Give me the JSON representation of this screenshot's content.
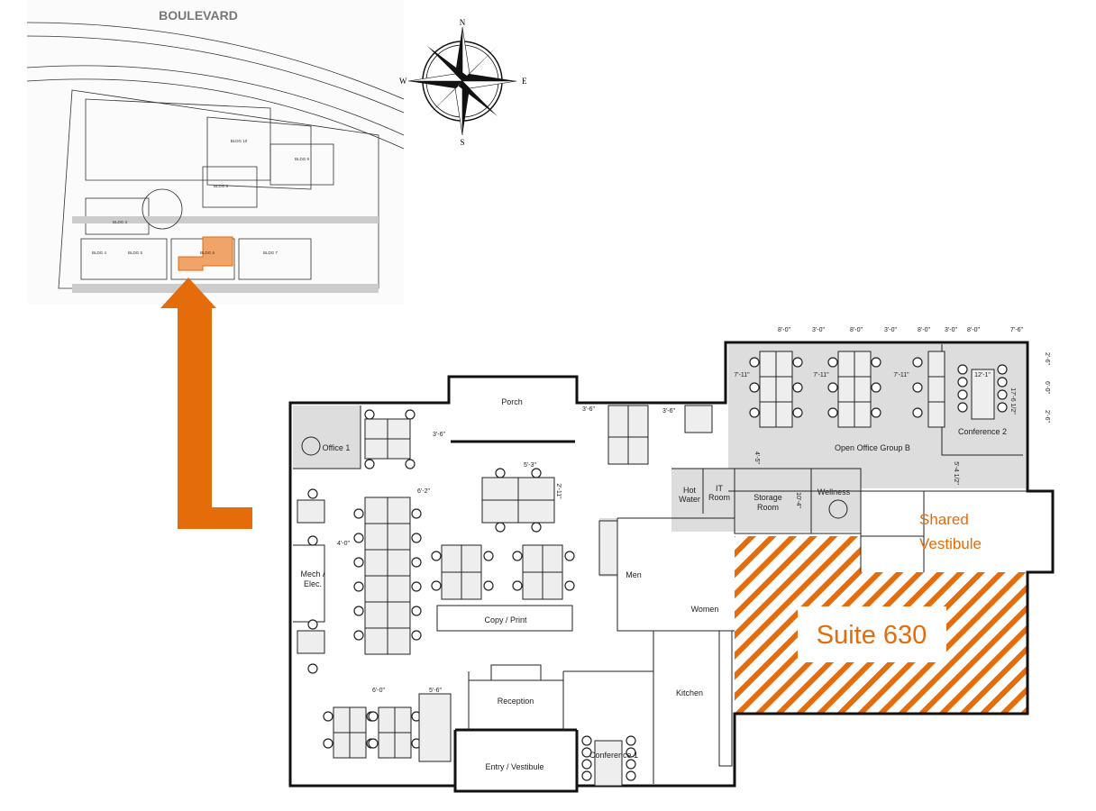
{
  "site_plan": {
    "road_label": "BOULEVARD",
    "buildings": [
      "BLDG 3",
      "BLDG 4",
      "BLDG 5",
      "BLDG 6",
      "BLDG 7",
      "BLDG 8",
      "BLDG 9",
      "BLDG 10"
    ],
    "highlight_color": "#f0a46a"
  },
  "compass": {
    "n": "N",
    "s": "S",
    "e": "E",
    "w": "W"
  },
  "arrow": {
    "color": "#e46c0a"
  },
  "floor_plan": {
    "rooms": {
      "porch": "Porch",
      "office1": "Office 1",
      "open_office_b": "Open Office Group B",
      "conference2": "Conference 2",
      "hot_water_1": "Hot",
      "hot_water_2": "Water",
      "it_1": "IT",
      "it_2": "Room",
      "storage_1": "Storage",
      "storage_2": "Room",
      "wellness": "Wellness",
      "men": "Men",
      "women": "Women",
      "mech_1": "Mech /",
      "mech_2": "Elec.",
      "copy_print": "Copy / Print",
      "reception": "Reception",
      "kitchen": "Kitchen",
      "conference1": "Conference 1",
      "entry": "Entry / Vestibule"
    },
    "dimensions": {
      "top": [
        "8'-0\"",
        "3'-0\"",
        "8'-0\"",
        "3'-0\"",
        "8'-0\"",
        "3'-0\"",
        "8'-0\"",
        "7'-6\""
      ],
      "aisle_a": "7'-11\"",
      "aisle_b": "7'-11\"",
      "aisle_c": "7'-11\"",
      "conf_table": "12'-1\"",
      "conf_len": "17'-6 1/2\"",
      "right_a": "2'-6\"",
      "right_b": "6'-0\"",
      "right_c": "2'-6\"",
      "porch_l": "3'-6\"",
      "porch_r": "3'-6\"",
      "office1_gap": "3'-6\"",
      "desk_w": "5'-3\"",
      "desk_h": "2'-11\"",
      "row": "6'-2\"",
      "left": "4'-0\"",
      "bottom_a": "6'-0\"",
      "bottom_b": "5'-6\"",
      "storage": "10'-4\"",
      "vest": "5'-4 1/2\"",
      "office_b": "4'-5\""
    },
    "shared_vestibule_1": "Shared",
    "shared_vestibule_2": "Vestibule",
    "suite_label": "Suite 630",
    "suite_color": "#e46c0a"
  }
}
